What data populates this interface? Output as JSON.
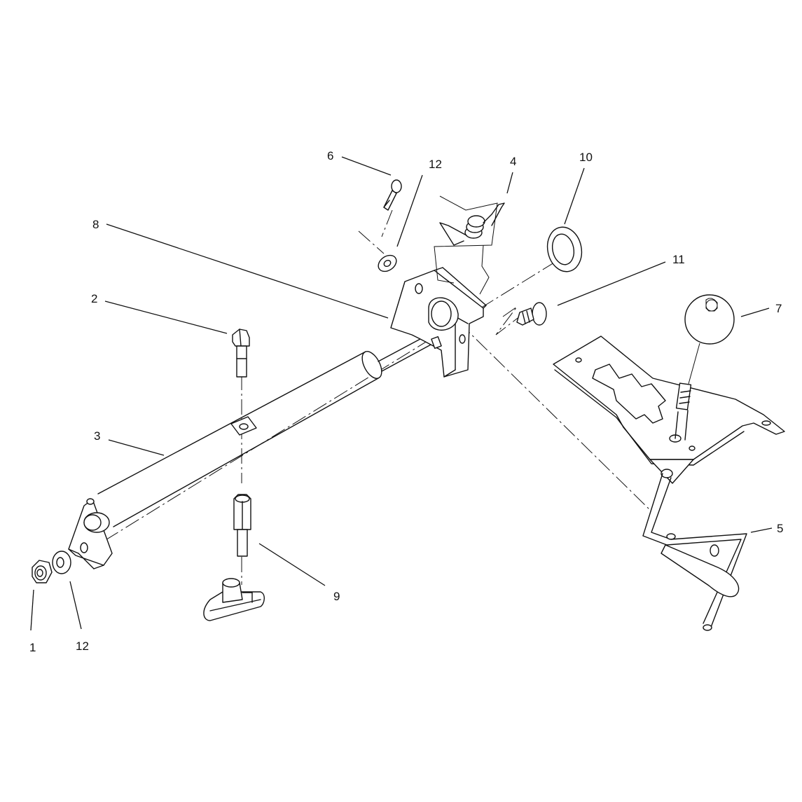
{
  "callouts": {
    "c1": "1",
    "c2": "2",
    "c3": "3",
    "c4": "4",
    "c5": "5",
    "c6": "6",
    "c7": "7",
    "c8": "8",
    "c9": "9",
    "c10": "10",
    "c11": "11",
    "c12a": "12",
    "c12b": "12"
  },
  "colors": {
    "line": "#111111",
    "background": "#ffffff"
  }
}
